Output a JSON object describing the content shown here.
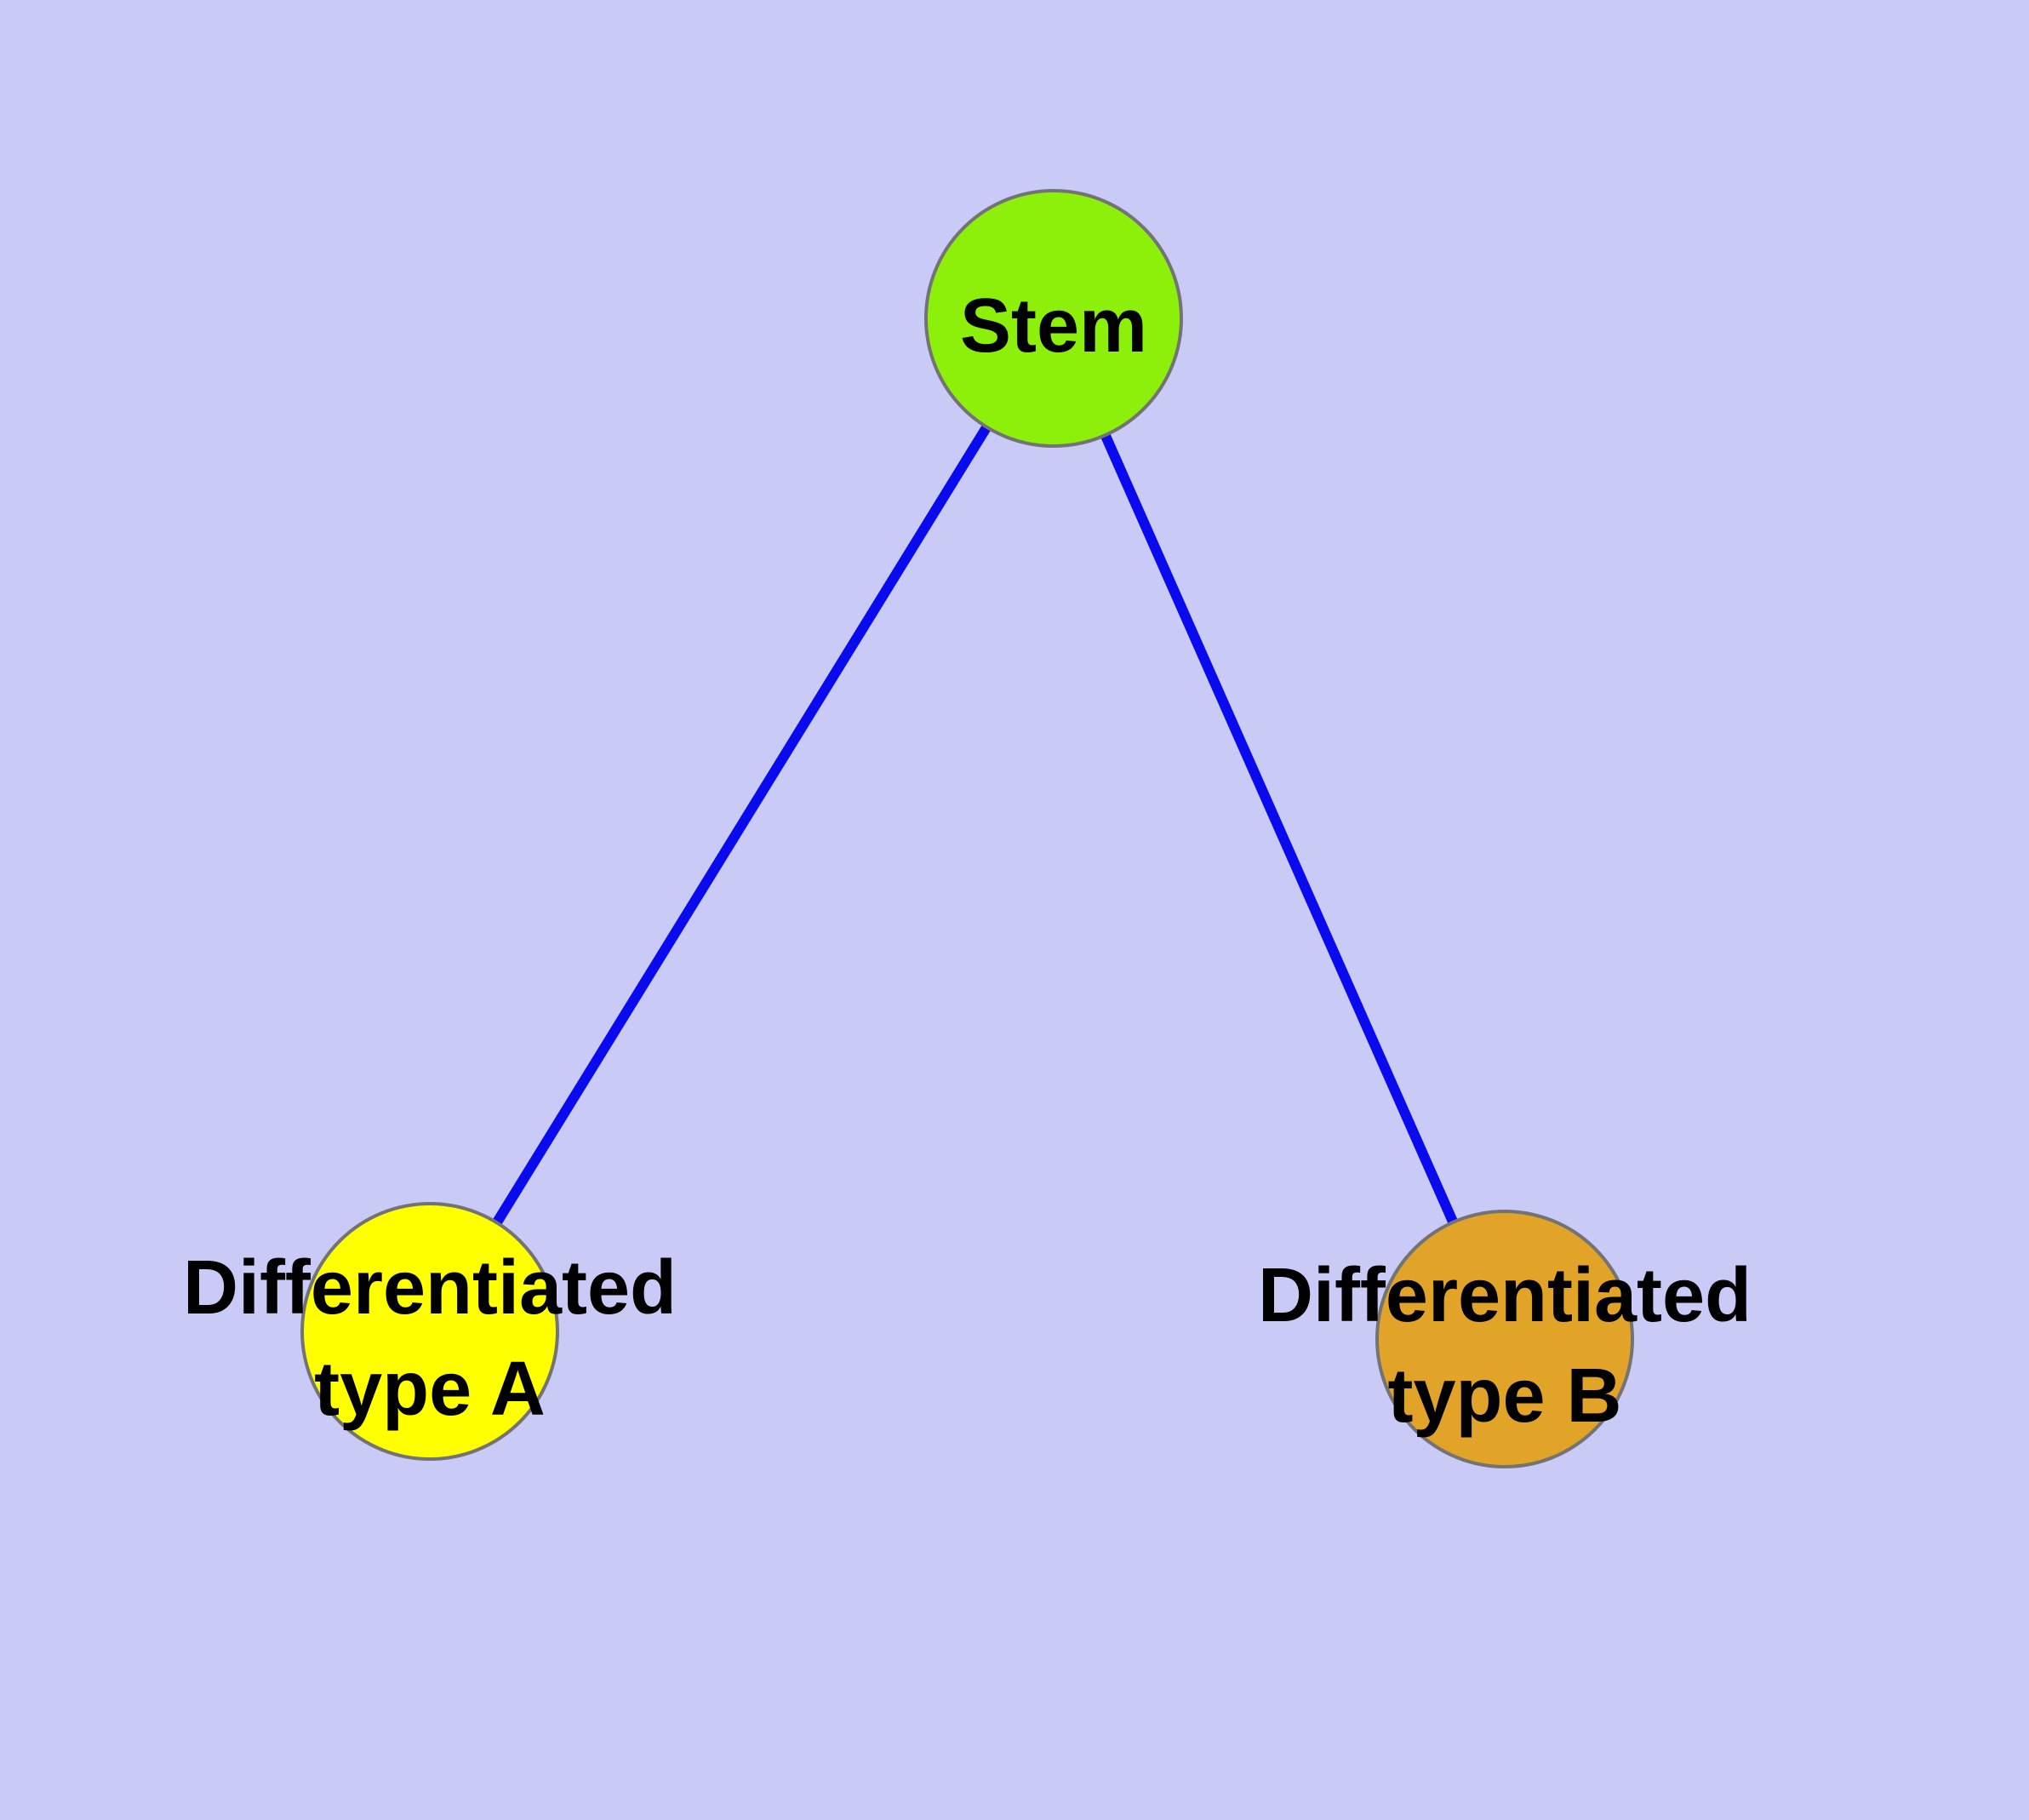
{
  "diagram": {
    "type": "graph",
    "description_visible": false,
    "background_color": "#CACAF6",
    "edge_color": "#0A0AEE",
    "node_border_color": "#737373",
    "label_color": "#000000",
    "nodes": {
      "stem": {
        "label": "Stem",
        "fill": "#8CF00A"
      },
      "type_a": {
        "label_line1": "Differentiated",
        "label_line2": "type A",
        "fill": "#FFFF00"
      },
      "type_b": {
        "label_line1": "Differentiated",
        "label_line2": "type B",
        "fill": "#E2A329"
      }
    },
    "edges": [
      {
        "from": "Stem",
        "to": "Differentiated type A"
      },
      {
        "from": "Stem",
        "to": "Differentiated type B"
      }
    ]
  }
}
